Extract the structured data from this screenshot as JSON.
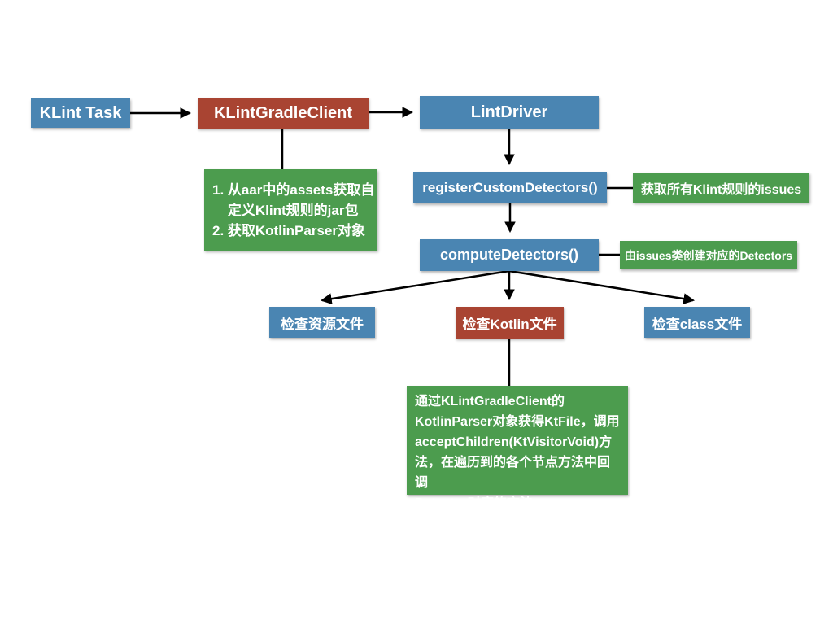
{
  "diagram": {
    "colors": {
      "process_blue": "#4A85B2",
      "highlight_red": "#A94432",
      "note_green": "#4C9C4E",
      "connector_black": "#000000",
      "text_white": "#FFFFFF",
      "background": "#FFFFFF"
    },
    "nodes": {
      "klint_task": {
        "label": "KLint Task"
      },
      "klint_gradle_client": {
        "label": "KLintGradleClient"
      },
      "lint_driver": {
        "label": "LintDriver"
      },
      "gradle_client_note": {
        "label": "1. 从aar中的assets获取自\n    定义Klint规则的jar包\n2. 获取KotlinParser对象"
      },
      "register_custom_detectors": {
        "label": "registerCustomDetectors()"
      },
      "register_note": {
        "label": "获取所有Klint规则的issues"
      },
      "compute_detectors": {
        "label": "computeDetectors()"
      },
      "compute_note": {
        "label": "由issues类创建对应的Detectors"
      },
      "check_resource": {
        "label": "检查资源文件"
      },
      "check_kotlin": {
        "label": "检查Kotlin文件"
      },
      "check_class": {
        "label": "检查class文件"
      },
      "kotlin_note": {
        "label": "通过KLintGradleClient的\nKotlinParser对象获得KtFile，调用\nacceptChildren(KtVisitorVoid)方\n法，在遍历到的各个节点方法中回调\nDetector对应的方法"
      }
    }
  }
}
